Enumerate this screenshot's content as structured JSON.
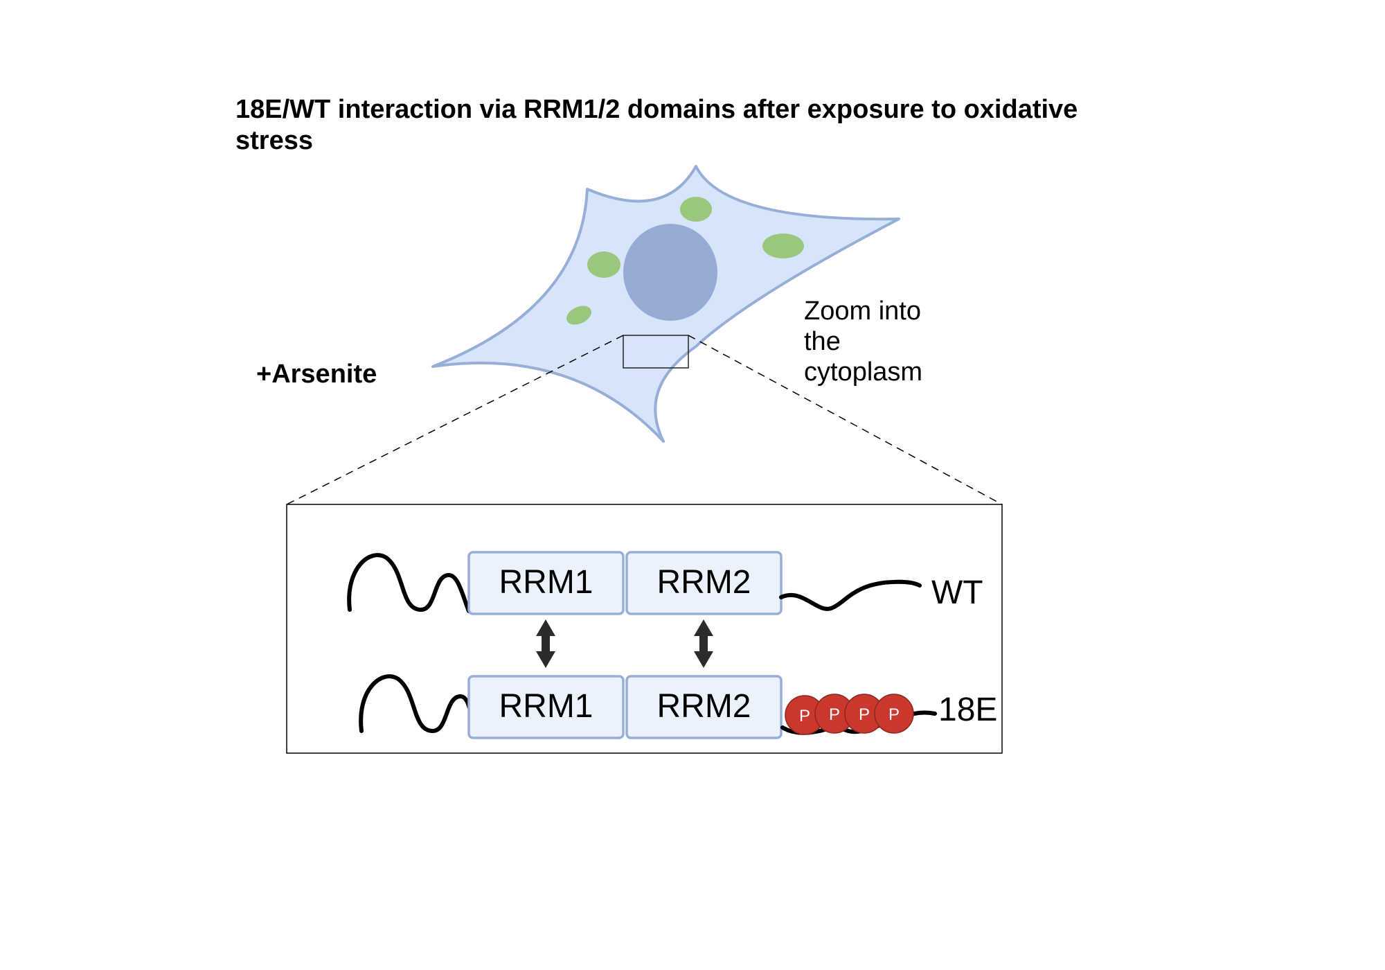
{
  "title": {
    "line1": "18E/WT interaction via RRM1/2 domains after exposure to oxidative",
    "line2": "stress"
  },
  "treatment_label": "+Arsenite",
  "zoom_label": {
    "line1": "Zoom into",
    "line2": "the",
    "line3": "cytoplasm"
  },
  "proteins": {
    "wt": {
      "label": "WT",
      "domain1": "RRM1",
      "domain2": "RRM2"
    },
    "mutant": {
      "label": "18E",
      "domain1": "RRM1",
      "domain2": "RRM2",
      "phospho_sites": [
        "P",
        "P",
        "P",
        "P"
      ]
    }
  },
  "colors": {
    "cell_fill": "#d6e5fa",
    "cell_stroke": "#97afd8",
    "nucleus": "#97aad3",
    "organelle": "#9ac67e",
    "domain_fill": "#ebf2fb",
    "domain_stroke": "#97afd8",
    "phospho": "#c9372e",
    "arrow": "#2b2b2b"
  }
}
